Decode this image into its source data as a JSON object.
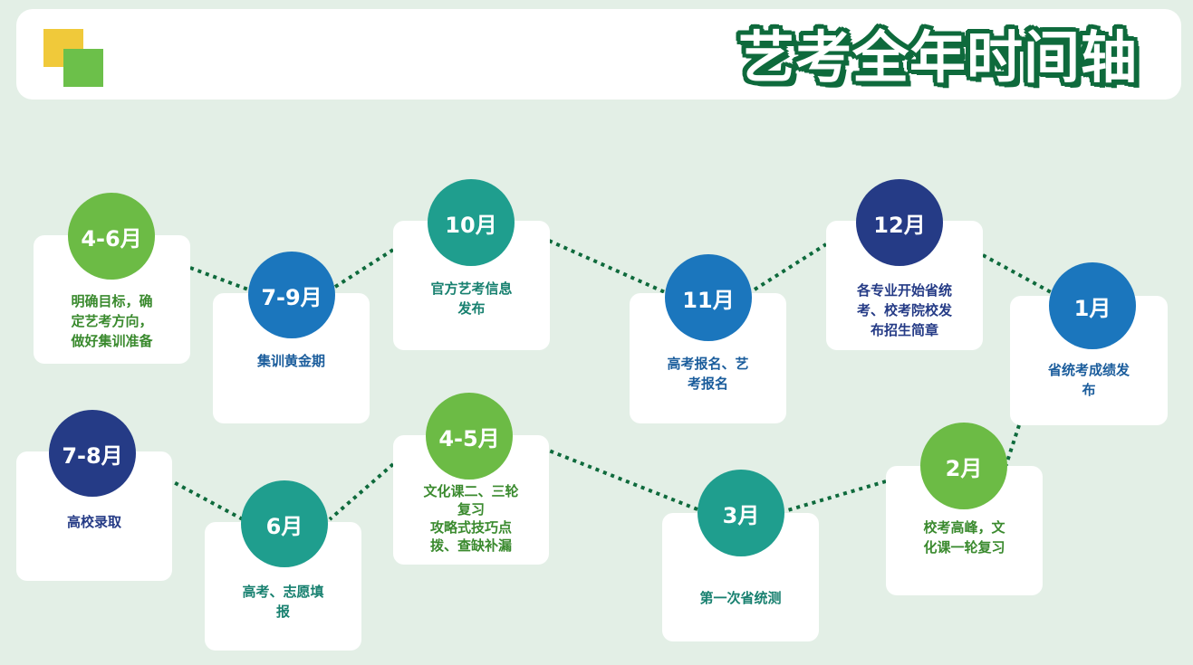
{
  "title": "艺考全年时间轴",
  "colors": {
    "green": "#6cbb45",
    "teal": "#1f9e8e",
    "blue": "#1b76bd",
    "navy": "#253b86",
    "connector": "#0e6a3c"
  },
  "nodes": [
    {
      "month": "4-6月",
      "text": "明确目标，确\n定艺考方向，\n做好集训准备"
    },
    {
      "month": "7-9月",
      "text": "集训黄金期"
    },
    {
      "month": "10月",
      "text": "官方艺考信息\n发布"
    },
    {
      "month": "11月",
      "text": "高考报名、艺\n考报名"
    },
    {
      "month": "12月",
      "text": "各专业开始省统\n考、校考院校发\n布招生简章"
    },
    {
      "month": "1月",
      "text": "省统考成绩发\n布"
    },
    {
      "month": "2月",
      "text": "校考高峰，文\n化课一轮复习"
    },
    {
      "month": "3月",
      "text": "第一次省统测"
    },
    {
      "month": "4-5月",
      "text": "文化课二、三轮\n复习\n攻略式技巧点\n拨、查缺补漏"
    },
    {
      "month": "6月",
      "text": "高考、志愿填\n报"
    },
    {
      "month": "7-8月",
      "text": "高校录取"
    }
  ]
}
